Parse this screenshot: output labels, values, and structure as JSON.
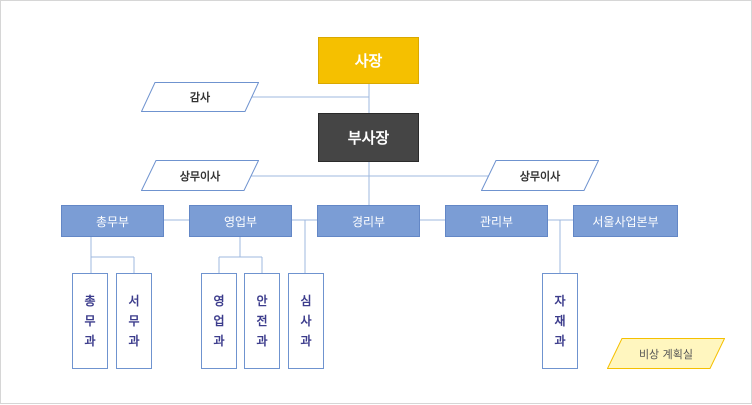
{
  "ceo": "사장",
  "vice_president": "부사장",
  "auditor": "감사",
  "executive_director_left": "상무이사",
  "executive_director_right": "상무이사",
  "departments": {
    "general_affairs": "총무부",
    "sales": "영업부",
    "accounting": "경리부",
    "management": "관리부",
    "seoul_hq": "서울사업본부"
  },
  "sections": {
    "general_affairs_section": [
      "총",
      "무",
      "과"
    ],
    "clerical_section": [
      "서",
      "무",
      "과"
    ],
    "sales_section": [
      "영",
      "업",
      "과"
    ],
    "safety_section": [
      "안",
      "전",
      "과"
    ],
    "review_section": [
      "심",
      "사",
      "과"
    ],
    "materials_section": [
      "자",
      "재",
      "과"
    ]
  },
  "emergency_planning": "비상 계획실",
  "colors": {
    "ceo_fill": "#f5c000",
    "vp_fill": "#454545",
    "dept_fill": "#7b9dd5",
    "section_border": "#6f93cf",
    "connector": "#9fb8df",
    "emergency_fill": "#fff6bf",
    "emergency_border": "#f5c000"
  }
}
